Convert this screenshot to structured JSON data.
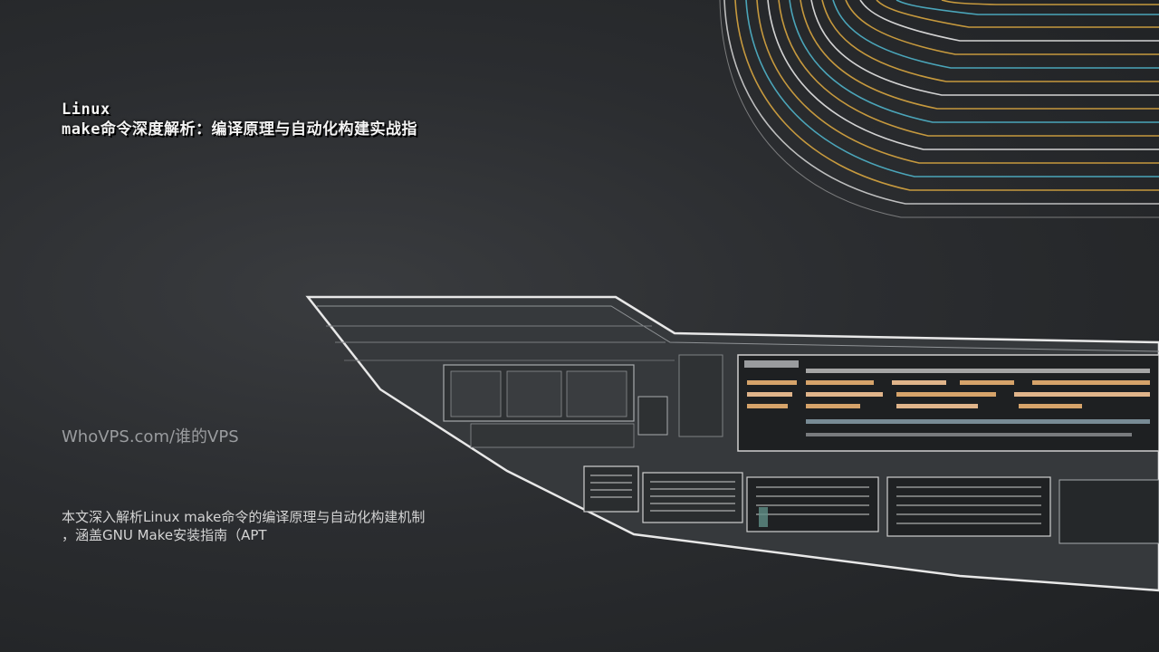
{
  "title": {
    "line1": "Linux",
    "line2": "make命令深度解析：编译原理与自动化构建实战指"
  },
  "site": {
    "name": "WhoVPS.com/谁的VPS"
  },
  "description": {
    "line1": "本文深入解析Linux make命令的编译原理与自动化构建机制",
    "line2": "，涵盖GNU Make安装指南（APT"
  },
  "colors": {
    "background": "#26282a",
    "title_text": "#f4f4f4",
    "site_text": "#9a9c9f",
    "description_text": "#d4d4d4",
    "line_gold": "#d8a640",
    "line_cyan": "#4fb3c9",
    "line_white": "#e6e6e6"
  }
}
